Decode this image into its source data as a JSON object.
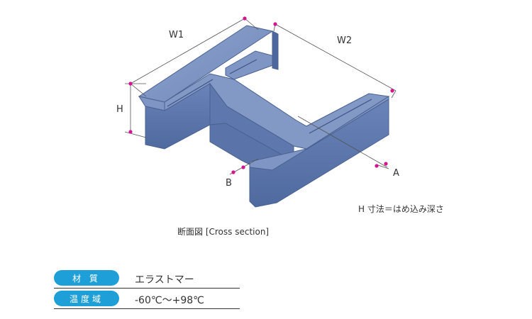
{
  "dimensions": {
    "w1": "W1",
    "w2": "W2",
    "h": "H",
    "a": "A",
    "b": "B"
  },
  "notes": {
    "h_dimension": "H 寸法＝はめ込み深さ",
    "section_caption": "断面図 [Cross section]"
  },
  "specs": [
    {
      "label": "材 質",
      "value": "エラストマー"
    },
    {
      "label": "温度域",
      "value": "-60℃～+98℃"
    }
  ],
  "colors": {
    "profile": "#5b77ab",
    "badge": "#1e9fd7",
    "marker": "#d5148f"
  }
}
